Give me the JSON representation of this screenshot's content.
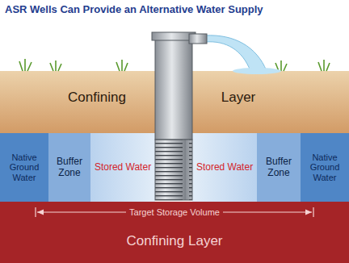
{
  "diagram": {
    "title": "ASR Wells Can Provide an Alternative Water Supply",
    "nodes": [
      {
        "text": [
          "Confining",
          "Layer"
        ]
      },
      {
        "text": [
          "Native Ground Water"
        ]
      },
      {
        "text": [
          "Buffer Zone"
        ]
      },
      {
        "text": [
          "Stored Water"
        ]
      },
      {
        "text": [
          "Stored Water"
        ]
      },
      {
        "text": [
          "Buffer Zone"
        ]
      },
      {
        "text": [
          "Native Ground Water"
        ]
      },
      {
        "text": [
          "Confining Layer"
        ]
      }
    ],
    "labels": [
      "Target Storage Volume"
    ]
  }
}
